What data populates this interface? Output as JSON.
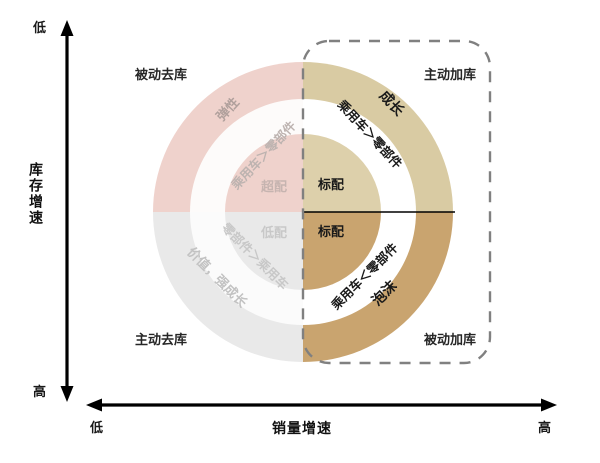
{
  "diagram": {
    "title_axes": {
      "y_axis_title": "库存增速",
      "x_axis_title": "销量增速",
      "y_top_label": "低",
      "y_bottom_label": "高",
      "x_left_label": "低",
      "x_right_label": "高"
    },
    "quadrants": [
      {
        "id": "top-left",
        "label": "被动去库"
      },
      {
        "id": "top-right",
        "label": "主动加库"
      },
      {
        "id": "bottom-left",
        "label": "主动去库"
      },
      {
        "id": "bottom-right",
        "label": "被动加库"
      }
    ],
    "rings": {
      "top_left": {
        "outer": "弹性",
        "middle": "乘用车＞零部件",
        "inner": "超配",
        "outer_color": "#efd2cc",
        "inner_color": "#efd2cc"
      },
      "bottom_left": {
        "outer": "价值，强成长",
        "middle": "零部件＞乘用车",
        "inner": "低配",
        "outer_color": "#e9e9e9",
        "inner_color": "#e9e9e9"
      },
      "top_right": {
        "outer": "成长",
        "middle": "乘用车＞零部件",
        "inner": "标配",
        "outer_color": "#d9cba3",
        "inner_color": "#ddd0ab"
      },
      "bottom_right": {
        "outer": "泡沫",
        "middle": "乘用车＜零部件",
        "inner": "标配",
        "outer_color": "#c9a46f",
        "inner_color": "#c9a46f"
      }
    },
    "highlight_box": {
      "style": "dashed-rounded-rect",
      "color": "#808080"
    },
    "colors": {
      "axis": "#000000",
      "divider": "#000000",
      "muted_text": "#a8a8a8",
      "dark_text": "#1a1a1a"
    }
  }
}
